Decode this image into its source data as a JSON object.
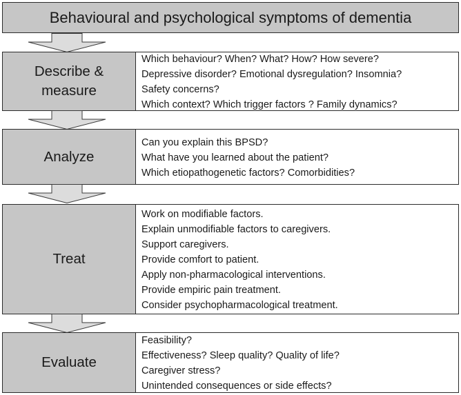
{
  "title": "Behavioural and psychological symptoms of dementia",
  "stages": [
    {
      "label": "Describe & measure",
      "items": [
        "Which behaviour? When? What? How? How severe?",
        "Depressive disorder? Emotional dysregulation? Insomnia?",
        "Safety concerns?",
        "Which context?  Which trigger factors ? Family dynamics?"
      ]
    },
    {
      "label": "Analyze",
      "items": [
        "Can you explain this BPSD?",
        "What have you learned about the patient?",
        "Which etiopathogenetic factors? Comorbidities?"
      ]
    },
    {
      "label": "Treat",
      "items": [
        "Work on modifiable factors.",
        "Explain unmodifiable factors to caregivers.",
        "Support caregivers.",
        "Provide comfort to patient.",
        "Apply non-pharmacological interventions.",
        "Provide empiric pain treatment.",
        "Consider psychopharmacological treatment."
      ]
    },
    {
      "label": "Evaluate",
      "items": [
        "Feasibility?",
        "Effectiveness? Sleep quality? Quality of life?",
        "Caregiver stress?",
        "Unintended consequences or side effects?"
      ]
    }
  ],
  "colors": {
    "label_fill": "#c6c6c6",
    "arrow_fill": "#dcdcdc",
    "border": "#2a2a2a"
  }
}
